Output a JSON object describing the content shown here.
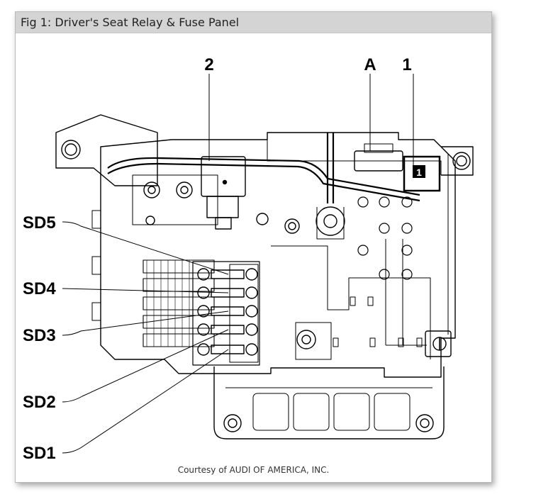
{
  "figure": {
    "caption": "Fig 1: Driver's Seat Relay & Fuse Panel",
    "credit": "Courtesy of AUDI OF AMERICA, INC."
  },
  "labels": {
    "relay": "2",
    "component_a": "A",
    "component_1": "1",
    "component_1_tag": "1",
    "fuses": [
      "SD5",
      "SD4",
      "SD3",
      "SD2",
      "SD1"
    ]
  },
  "colors": {
    "titlebar": "#d4d4d4",
    "line": "#000000",
    "background": "#ffffff"
  }
}
